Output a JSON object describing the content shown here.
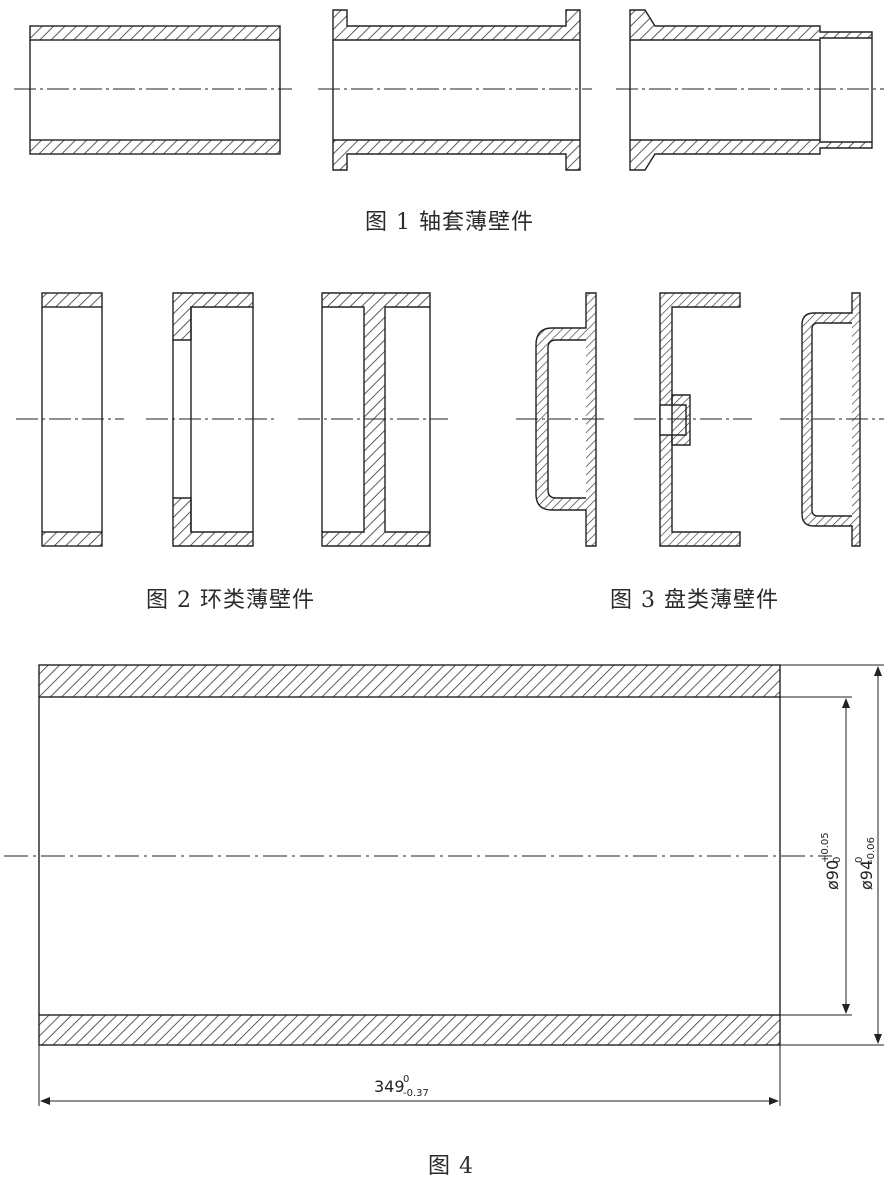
{
  "captions": {
    "fig1": "图 1 轴套薄壁件",
    "fig2": "图 2 环类薄壁件",
    "fig3": "图 3 盘类薄壁件",
    "fig4": "图 4"
  },
  "dimensions": {
    "length": {
      "nominal": "349",
      "upper": "0",
      "lower": "-0.37"
    },
    "inner_diameter": {
      "nominal": "ø90",
      "upper": "+0.05",
      "lower": "0"
    },
    "outer_diameter": {
      "nominal": "ø94",
      "upper": "0",
      "lower": "-0.06"
    }
  }
}
